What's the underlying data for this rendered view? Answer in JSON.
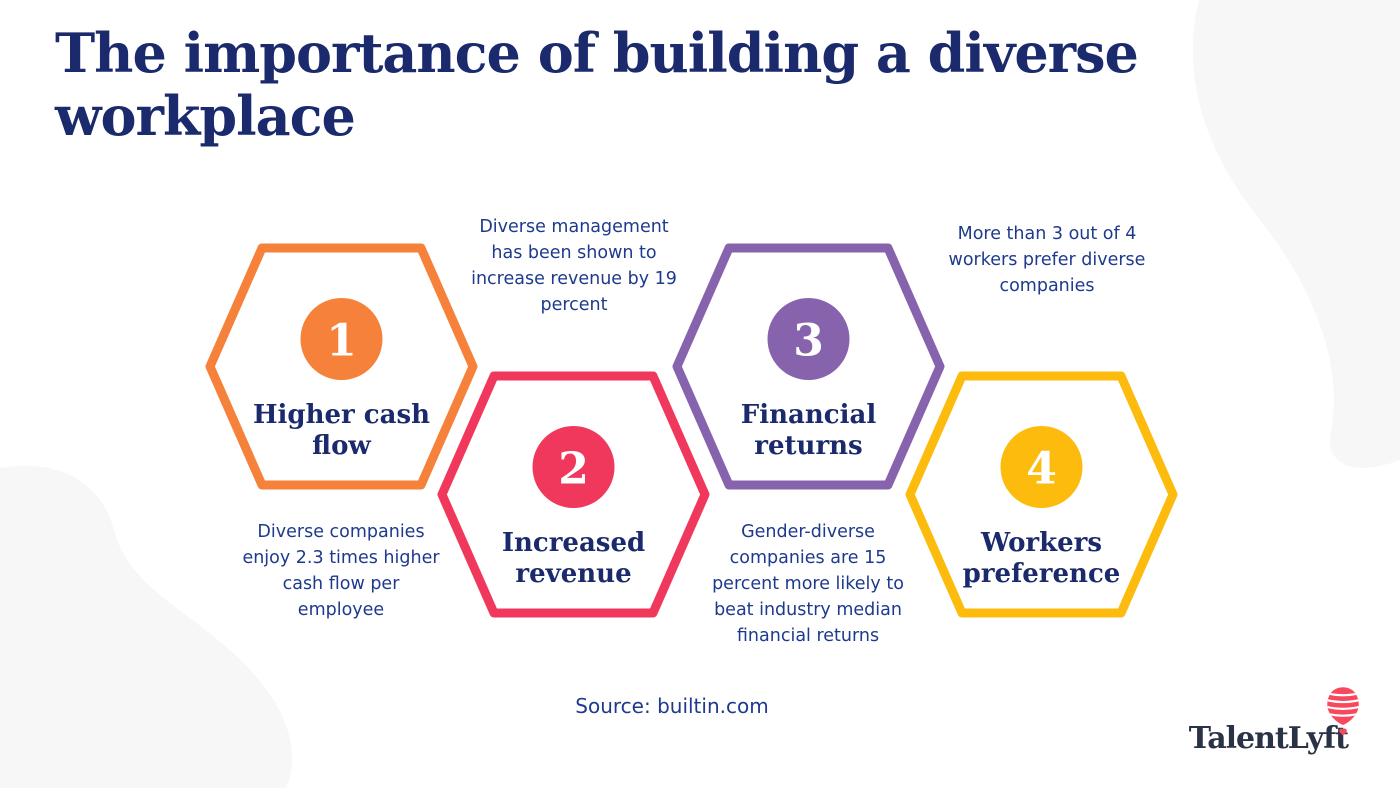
{
  "title": "The importance of building a diverse workplace",
  "items": [
    {
      "number": "1",
      "title": "Higher cash flow",
      "color": "#F5813A",
      "description_lines": [
        "Diverse companies",
        "enjoy 2.3 times higher",
        "cash flow per",
        "employee"
      ]
    },
    {
      "number": "2",
      "title": "Increased revenue",
      "color": "#F0375C",
      "description_lines": [
        "Diverse management",
        "has been shown to",
        "increase revenue by 19",
        "percent"
      ]
    },
    {
      "number": "3",
      "title": "Financial returns",
      "color": "#8763AE",
      "description_lines": [
        "Gender-diverse",
        "companies are 15",
        "percent more likely to",
        "beat industry median",
        "financial returns"
      ]
    },
    {
      "number": "4",
      "title": "Workers preference",
      "color": "#FCBB0D",
      "description_lines": [
        "More than 3 out of 4",
        "workers prefer diverse",
        "companies"
      ]
    }
  ],
  "source": "Source: builtin.com",
  "brand": {
    "wordmark": "TalentLyft",
    "icon": "hot-air-balloon-icon"
  },
  "colors": {
    "title_navy": "#1A2A6C",
    "body_navy": "#1E3A8C",
    "step1_orange": "#F5813A",
    "step2_pink": "#F0375C",
    "step3_purple": "#8763AE",
    "step4_yellow": "#FCBB0D",
    "logo_charcoal": "#2A3245",
    "balloon_red": "#F8485E",
    "blob_gray": "#F7F7F8",
    "background": "#FFFFFF"
  }
}
